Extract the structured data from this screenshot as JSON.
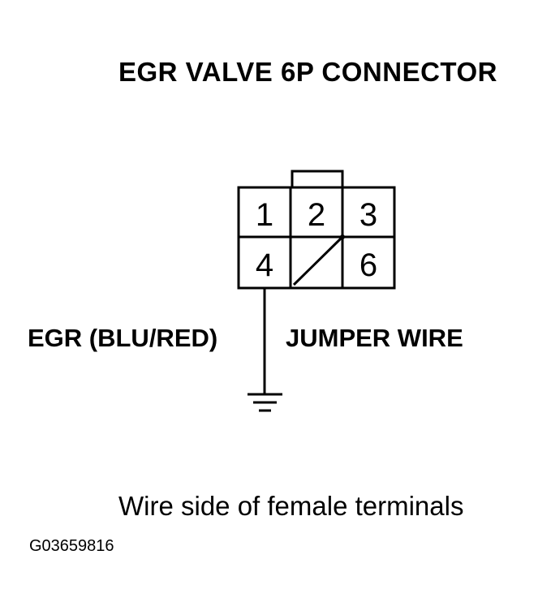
{
  "title": "EGR VALVE 6P CONNECTOR",
  "connector": {
    "terminals": [
      {
        "id": "1",
        "label": "1"
      },
      {
        "id": "2",
        "label": "2"
      },
      {
        "id": "3",
        "label": "3"
      },
      {
        "id": "4",
        "label": "4"
      },
      {
        "id": "5",
        "label": ""
      },
      {
        "id": "6",
        "label": "6"
      }
    ]
  },
  "labels": {
    "egr_wire": "EGR (BLU/RED)",
    "jumper_wire": "JUMPER WIRE"
  },
  "caption": "Wire side of female terminals",
  "figure_id": "G03659816",
  "colors": {
    "line": "#000000",
    "background": "#ffffff"
  }
}
